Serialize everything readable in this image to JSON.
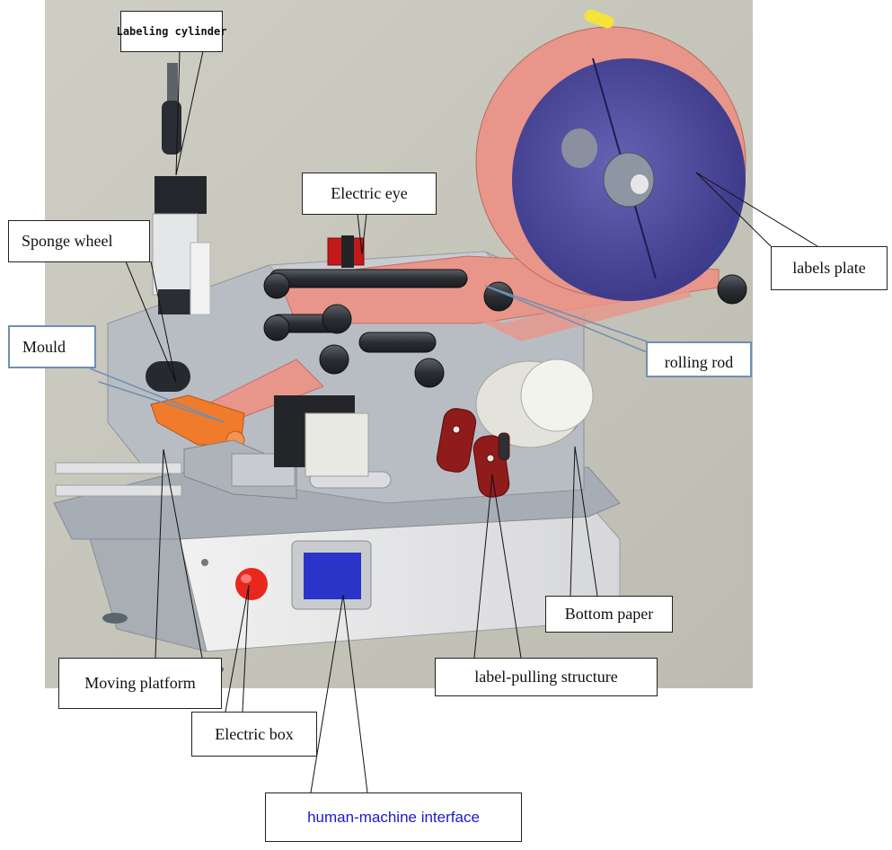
{
  "labels": {
    "labeling_cylinder": "Labeling cylinder",
    "electric_eye": "Electric eye",
    "sponge_wheel": "Sponge wheel",
    "labels_plate": "labels plate",
    "mould": "Mould",
    "rolling_rod": "rolling rod",
    "bottom_paper": "Bottom paper",
    "label_pulling_structure": "label-pulling structure",
    "moving_platform": "Moving platform",
    "electric_box": "Electric box",
    "human_machine_interface": "human-machine interface"
  },
  "colors": {
    "background_panel": "#c9c8bd",
    "machine_body": "#b7bcc3",
    "label_tape": "#e8958a",
    "reel_blue": "#3b3e9e",
    "mould_orange": "#f07b2a",
    "stop_button_red": "#e8281e",
    "screen_blue": "#2a34c8",
    "hmi_text_blue": "#1a1ad0",
    "callout_border_blue": "#6f8fb3"
  }
}
